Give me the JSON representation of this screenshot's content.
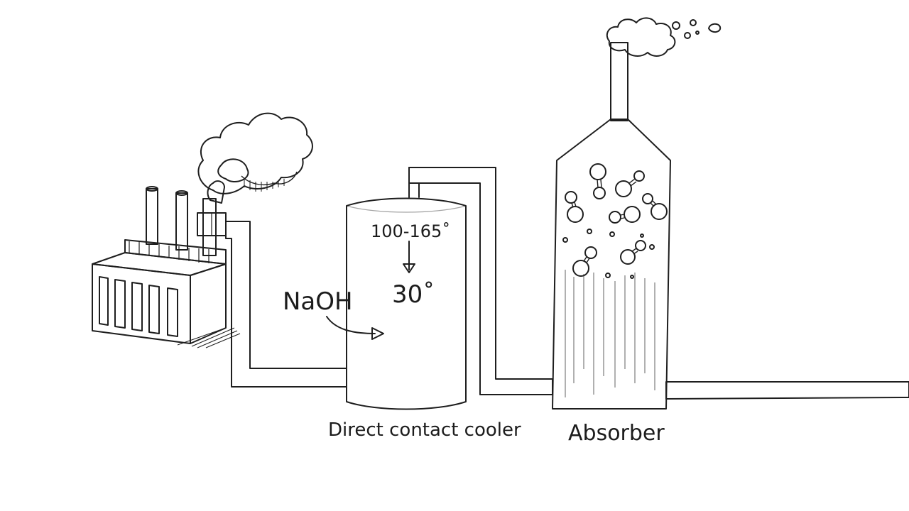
{
  "labels": {
    "naoh": "NaOH",
    "temp_in": "100-165˚",
    "temp_out": "30˚",
    "cooler": "Direct contact cooler",
    "absorber": "Absorber"
  },
  "colors": {
    "pipe_fill": "#e4e7e4",
    "vessel_fill": "#eef0ee",
    "factory_gray": "#8c908c",
    "smoke_gray": "#a8aaa8",
    "filter_yellow": "#e3e6a6",
    "molecule_yellow": "#d9e28a"
  }
}
